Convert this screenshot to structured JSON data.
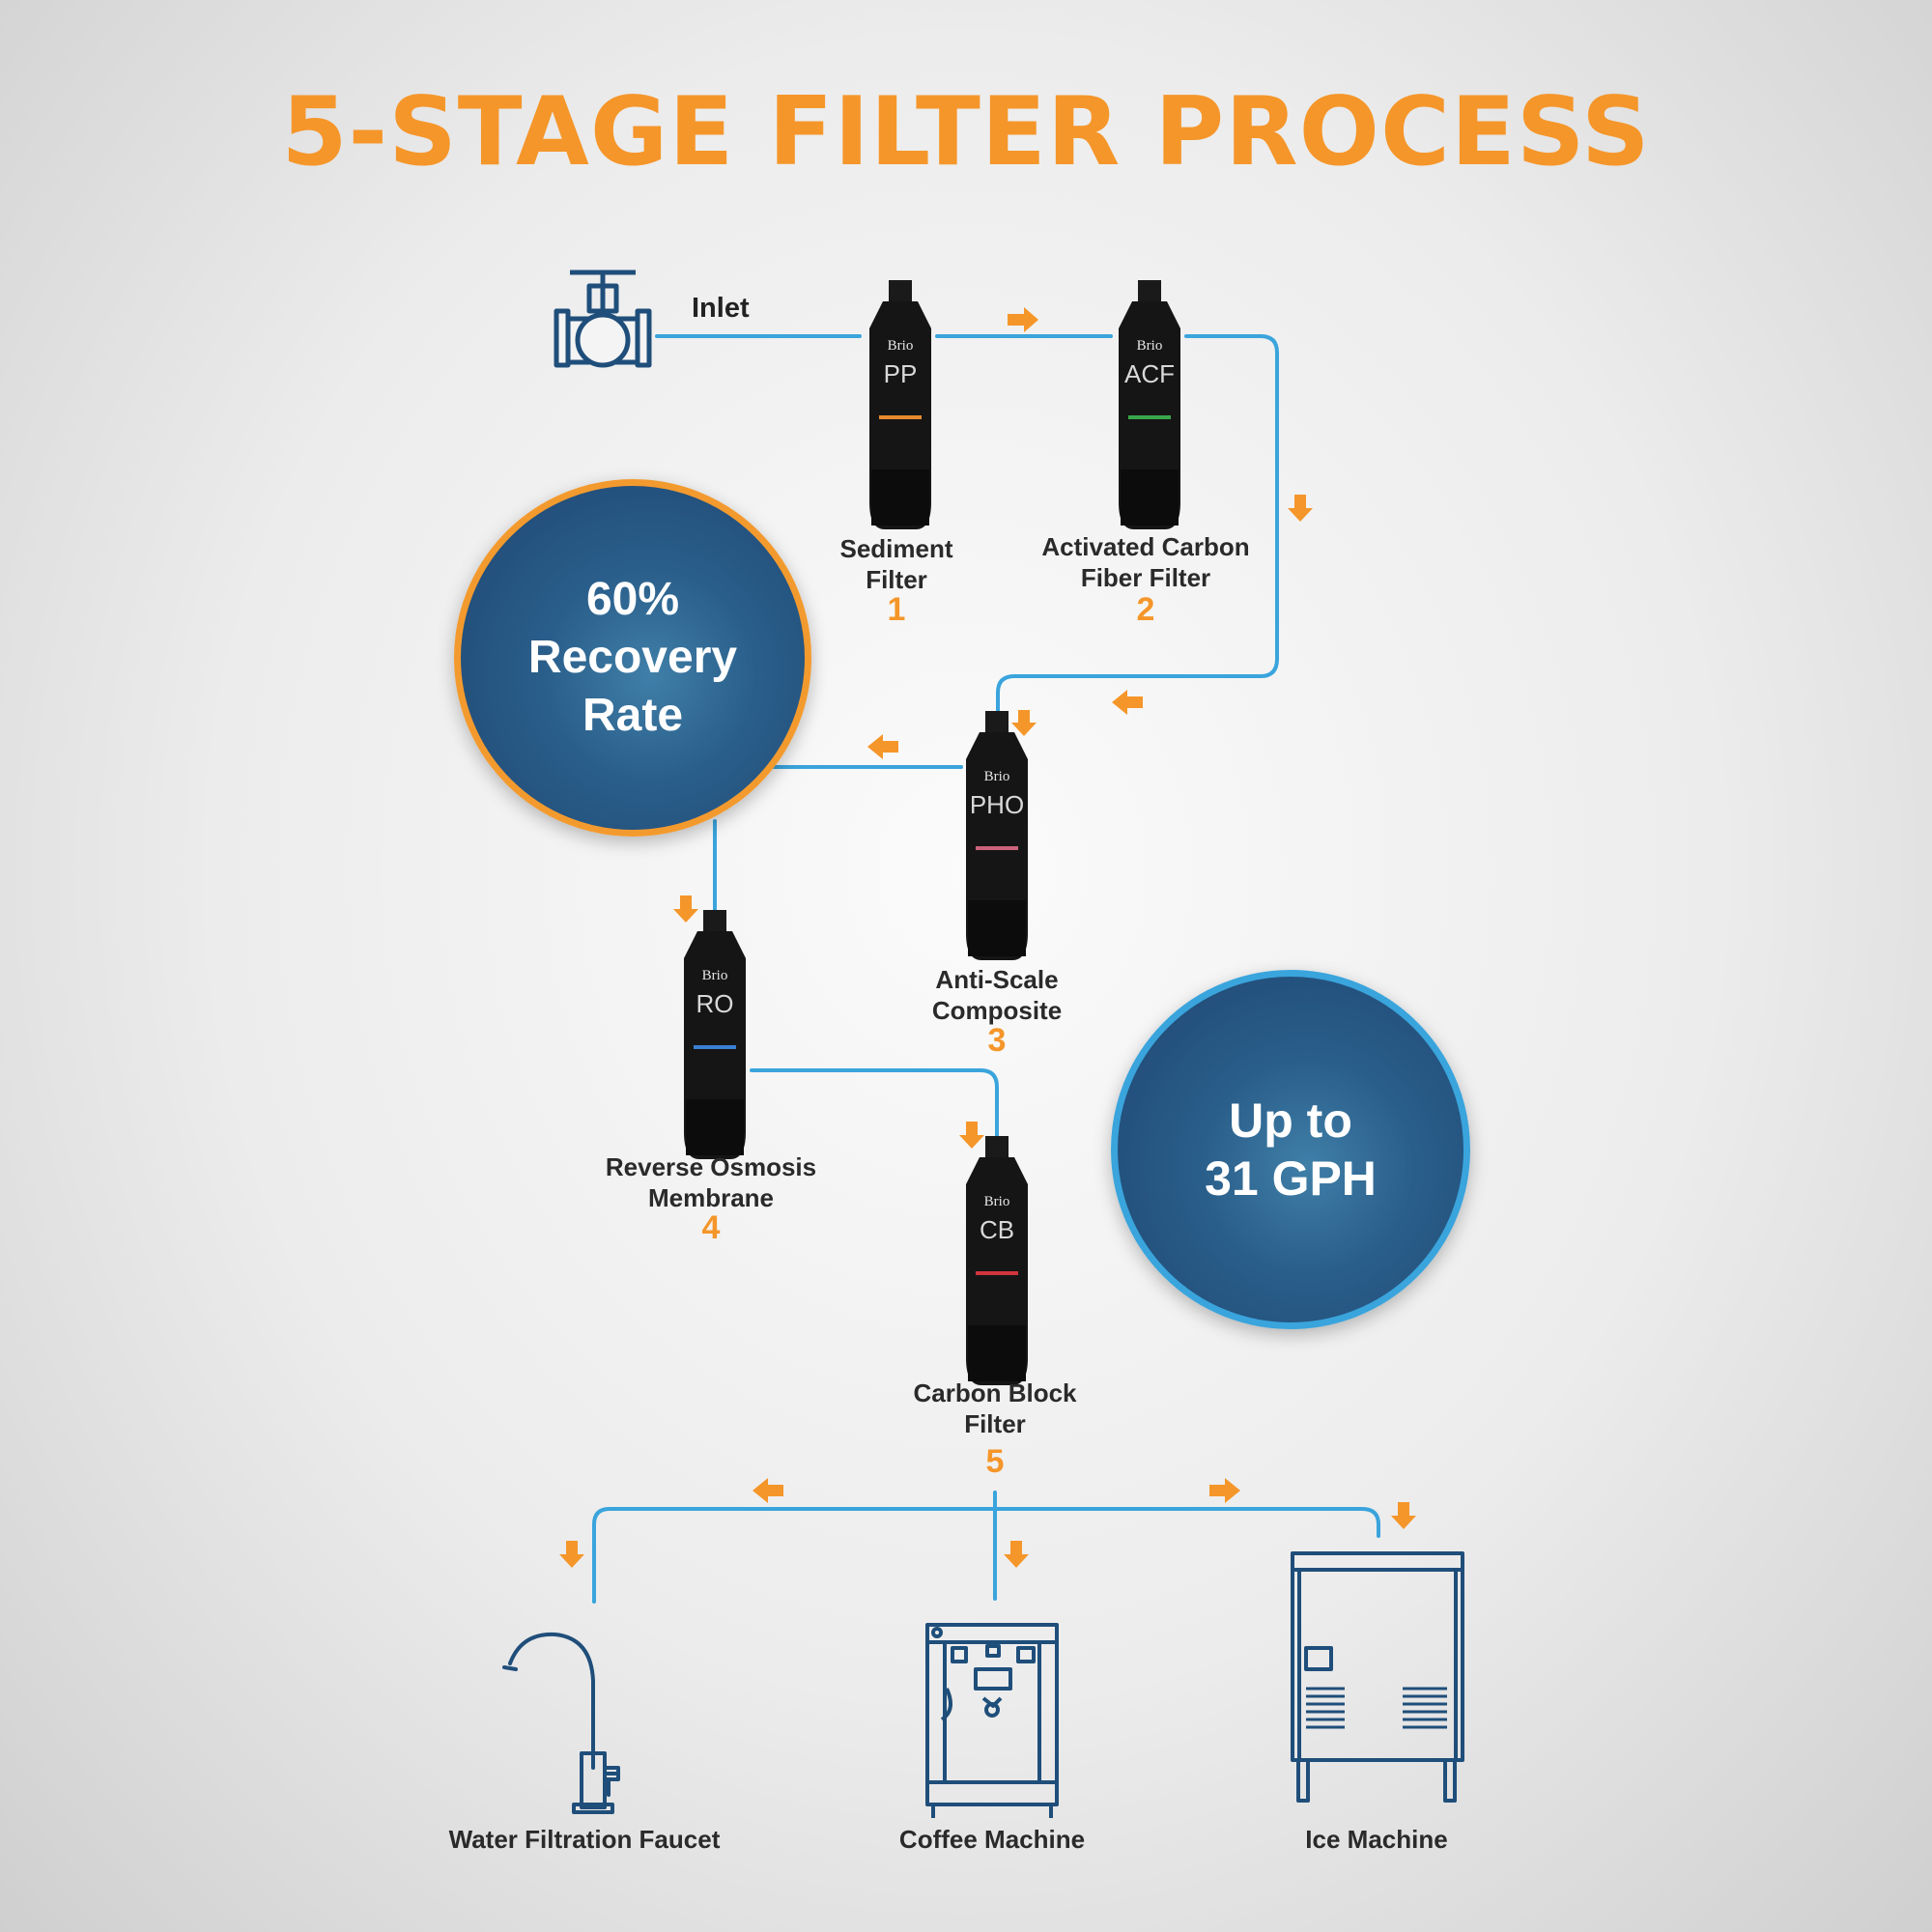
{
  "title": "5-STAGE FILTER PROCESS",
  "inlet_label": "Inlet",
  "stages": [
    {
      "code": "PP",
      "line1": "Sediment",
      "line2": "Filter",
      "number": "1",
      "band_color": "#e88b2e"
    },
    {
      "code": "ACF",
      "line1": "Activated Carbon",
      "line2": "Fiber Filter",
      "number": "2",
      "band_color": "#3aa64a"
    },
    {
      "code": "PHO",
      "line1": "Anti-Scale",
      "line2": "Composite",
      "number": "3",
      "band_color": "#c9627a"
    },
    {
      "code": "RO",
      "line1": "Reverse Osmosis",
      "line2": "Membrane",
      "number": "4",
      "band_color": "#3a7fd4"
    },
    {
      "code": "CB",
      "line1": "Carbon Block",
      "line2": "Filter",
      "number": "5",
      "band_color": "#d0343c"
    }
  ],
  "brand": "Brio",
  "recovery": {
    "line1": "60%",
    "line2": "Recovery",
    "line3": "Rate"
  },
  "flow_rate": {
    "line1": "Up to",
    "line2": "31 GPH"
  },
  "outputs": [
    {
      "label": "Water Filtration Faucet"
    },
    {
      "label": "Coffee Machine"
    },
    {
      "label": "Ice Machine"
    }
  ],
  "colors": {
    "accent": "#f5962a",
    "pipe": "#3aa4dc",
    "icon_stroke": "#1f4e7a"
  }
}
